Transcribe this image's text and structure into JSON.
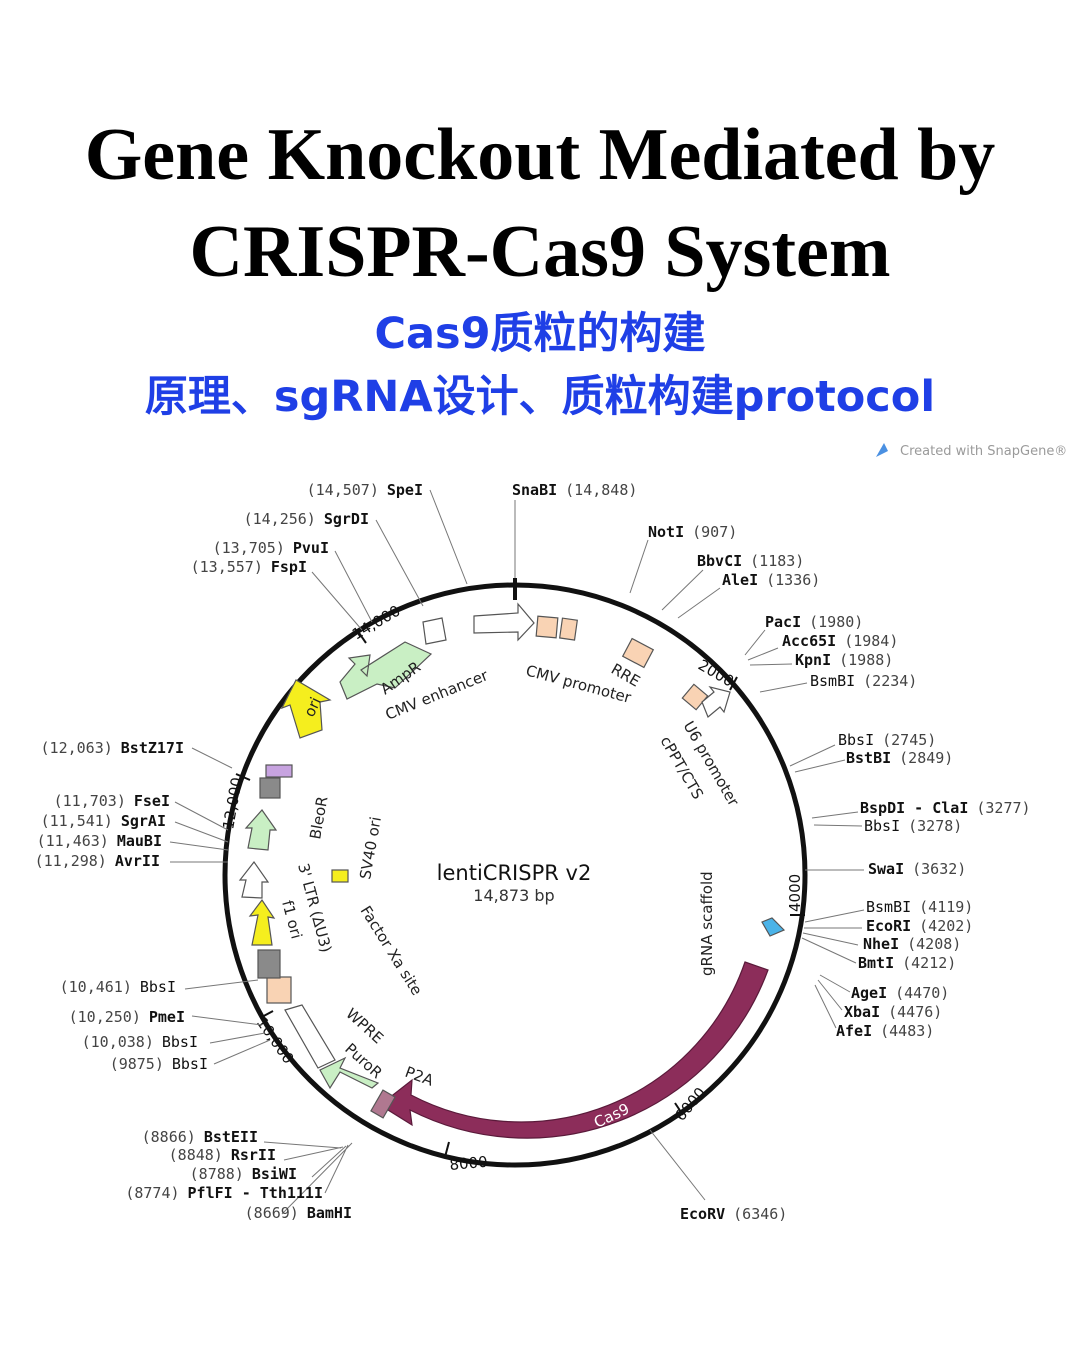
{
  "header": {
    "title_line1": "Gene Knockout Mediated by",
    "title_line2": "CRISPR-Cas9 System",
    "subtitle_line1": "Cas9质粒的构建",
    "subtitle_line2": "原理、sgRNA设计、质粒构建protocol"
  },
  "snapgene": {
    "credit": "Created with SnapGene®"
  },
  "plasmid": {
    "name": "lentiCRISPR v2",
    "size_label": "14,873 bp",
    "ticks": [
      "14,000",
      "2000",
      "4000",
      "6000",
      "8000",
      "10,000",
      "12,000"
    ],
    "features": [
      "CMV enhancer",
      "CMV promoter",
      "RRE",
      "cPPT/CTS",
      "U6 promoter",
      "gRNA scaffold",
      "Cas9",
      "P2A",
      "PuroR",
      "WPRE",
      "Factor Xa site",
      "3' LTR (ΔU3)",
      "f1 ori",
      "SV40 ori",
      "BleoR",
      "ori",
      "AmpR"
    ],
    "sites": [
      {
        "name": "SnaBI",
        "pos": "(14,848)"
      },
      {
        "name": "NotI",
        "pos": "(907)"
      },
      {
        "name": "BbvCI",
        "pos": "(1183)"
      },
      {
        "name": "AleI",
        "pos": "(1336)"
      },
      {
        "name": "PacI",
        "pos": "(1980)"
      },
      {
        "name": "Acc65I",
        "pos": "(1984)"
      },
      {
        "name": "KpnI",
        "pos": "(1988)"
      },
      {
        "name": "BsmBI",
        "pos": "(2234)"
      },
      {
        "name": "BbsI",
        "pos": "(2745)"
      },
      {
        "name": "BstBI",
        "pos": "(2849)"
      },
      {
        "name": "BspDI - ClaI",
        "pos": "(3277)"
      },
      {
        "name": "BbsI",
        "pos": "(3278)"
      },
      {
        "name": "SwaI",
        "pos": "(3632)"
      },
      {
        "name": "BsmBI",
        "pos": "(4119)"
      },
      {
        "name": "EcoRI",
        "pos": "(4202)"
      },
      {
        "name": "NheI",
        "pos": "(4208)"
      },
      {
        "name": "BmtI",
        "pos": "(4212)"
      },
      {
        "name": "AgeI",
        "pos": "(4470)"
      },
      {
        "name": "XbaI",
        "pos": "(4476)"
      },
      {
        "name": "AfeI",
        "pos": "(4483)"
      },
      {
        "name": "EcoRV",
        "pos": "(6346)"
      },
      {
        "name": "BamHI",
        "pos": "(8669)"
      },
      {
        "name": "PflFI - Tth111I",
        "pos": "(8774)"
      },
      {
        "name": "BsiWI",
        "pos": "(8788)"
      },
      {
        "name": "RsrII",
        "pos": "(8848)"
      },
      {
        "name": "BstEII",
        "pos": "(8866)"
      },
      {
        "name": "BbsI",
        "pos": "(9875)"
      },
      {
        "name": "BbsI",
        "pos": "(10,038)"
      },
      {
        "name": "PmeI",
        "pos": "(10,250)"
      },
      {
        "name": "BbsI",
        "pos": "(10,461)"
      },
      {
        "name": "AvrII",
        "pos": "(11,298)"
      },
      {
        "name": "MauBI",
        "pos": "(11,463)"
      },
      {
        "name": "SgrAI",
        "pos": "(11,541)"
      },
      {
        "name": "FseI",
        "pos": "(11,703)"
      },
      {
        "name": "BstZ17I",
        "pos": "(12,063)"
      },
      {
        "name": "FspI",
        "pos": "(13,557)"
      },
      {
        "name": "PvuI",
        "pos": "(13,705)"
      },
      {
        "name": "SgrDI",
        "pos": "(14,256)"
      },
      {
        "name": "SpeI",
        "pos": "(14,507)"
      }
    ]
  },
  "colors": {
    "subtitle": "#1f3fe6",
    "cas9": "#8c2d5a",
    "green": "#c9efc4",
    "yellow": "#f5ee1e",
    "peach": "#f9d3b4",
    "grey": "#8a8a8a"
  }
}
